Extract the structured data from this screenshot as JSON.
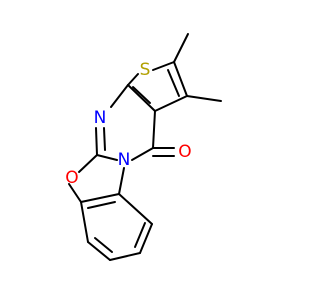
{
  "colors": {
    "bond": "#000000",
    "background": "#ffffff"
  },
  "atoms": {
    "sulfur": {
      "symbol": "S",
      "color": "#b2a000"
    },
    "nitrogen_upper": {
      "symbol": "N",
      "color": "#0000ff"
    },
    "nitrogen_lower": {
      "symbol": "N",
      "color": "#0000ff"
    },
    "oxygen_ring": {
      "symbol": "O",
      "color": "#ff0000"
    },
    "oxygen_carbonyl": {
      "symbol": "O",
      "color": "#ff0000"
    }
  },
  "bonds": [
    {
      "id": "s-c2",
      "order": 1
    },
    {
      "id": "c2-c3",
      "order": 2
    },
    {
      "id": "c3-c3a",
      "order": 1
    },
    {
      "id": "c3a-c7a",
      "order": 2
    },
    {
      "id": "c7a-s",
      "order": 1
    },
    {
      "id": "c7a-n1",
      "order": 1
    },
    {
      "id": "n1-c9a",
      "order": 2
    },
    {
      "id": "c9a-n10",
      "order": 1
    },
    {
      "id": "n10-c4",
      "order": 1
    },
    {
      "id": "c4-c3a",
      "order": 1
    },
    {
      "id": "c4-o",
      "order": 2
    },
    {
      "id": "c9a-o9",
      "order": 1
    },
    {
      "id": "o9-c8a",
      "order": 1
    },
    {
      "id": "c8a-c4a",
      "order": 2
    },
    {
      "id": "c4a-n10",
      "order": 1
    },
    {
      "id": "c8a-c8",
      "order": 1
    },
    {
      "id": "c8-c7",
      "order": 2
    },
    {
      "id": "c7-c6",
      "order": 1
    },
    {
      "id": "c6-c5",
      "order": 2
    },
    {
      "id": "c5-c4a",
      "order": 1
    },
    {
      "id": "c2-methyl",
      "order": 1
    },
    {
      "id": "c3-methyl",
      "order": 1
    }
  ]
}
